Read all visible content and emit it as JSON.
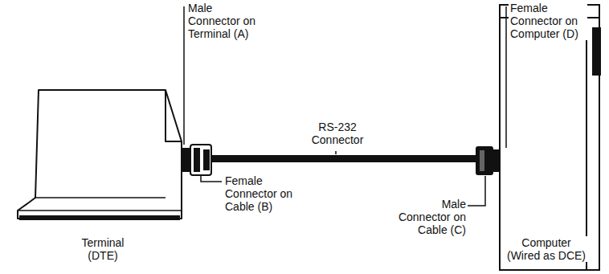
{
  "diagram": {
    "labels": [
      "Male Connector on Terminal (A)",
      "Female Connector on Computer (D)",
      "RS-232 Connector",
      "Female Connector on Cable (B)",
      "Male Connector on Cable (C)",
      "Terminal (DTE)",
      "Computer (Wired as DCE)"
    ]
  }
}
